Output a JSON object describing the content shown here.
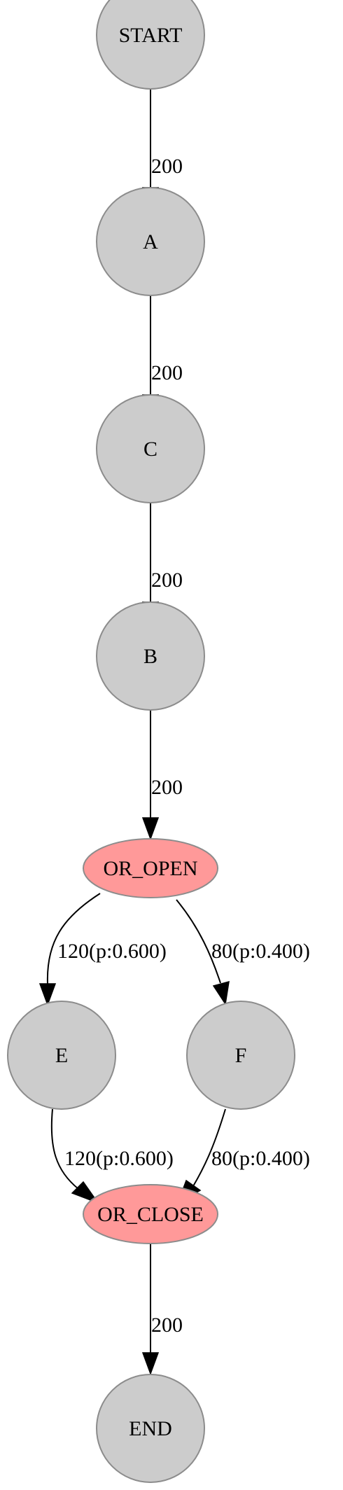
{
  "colors": {
    "node_fill": "#cccccc",
    "or_fill": "#ff9999",
    "stroke": "#8c8c8c"
  },
  "nodes": {
    "start": "START",
    "a": "A",
    "c": "C",
    "b": "B",
    "or_open": "OR_OPEN",
    "e": "E",
    "f": "F",
    "or_close": "OR_CLOSE",
    "end": "END"
  },
  "edges": {
    "start_a": "200",
    "a_c": "200",
    "c_b": "200",
    "b_or_open": "200",
    "or_open_e": "120(p:0.600)",
    "or_open_f": "80(p:0.400)",
    "e_or_close": "120(p:0.600)",
    "f_or_close": "80(p:0.400)",
    "or_close_end": "200"
  }
}
